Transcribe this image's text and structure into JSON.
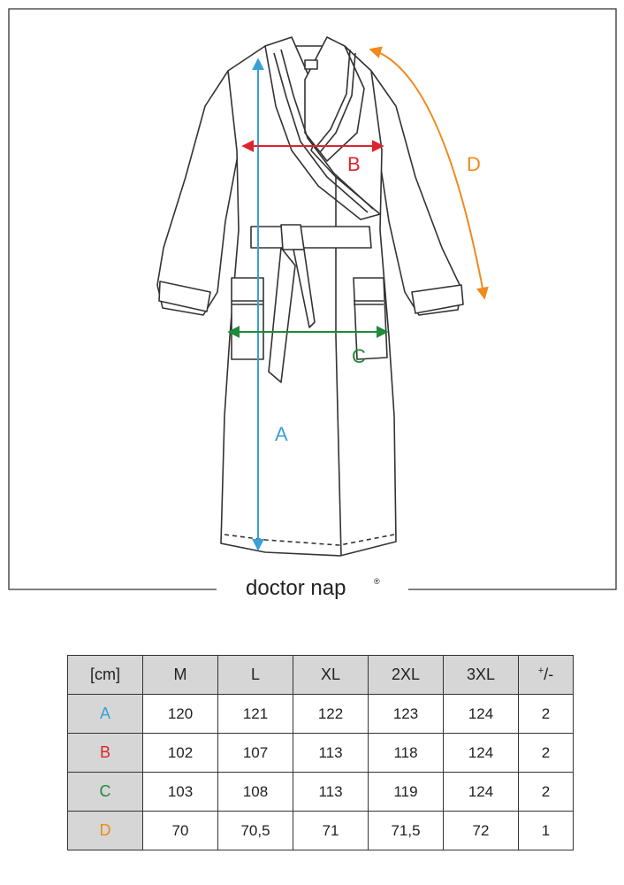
{
  "brand": {
    "name": "doctor nap",
    "mark": "®"
  },
  "dimensions": [
    {
      "key": "A",
      "color": "#3aa0d8"
    },
    {
      "key": "B",
      "color": "#d9262e"
    },
    {
      "key": "C",
      "color": "#1f8a3a"
    },
    {
      "key": "D",
      "color": "#f08a1c"
    }
  ],
  "table": {
    "unit": "[cm]",
    "sizes": [
      "M",
      "L",
      "XL",
      "2XL",
      "3XL"
    ],
    "tolerance_header": {
      "plus": "+",
      "rest": "/-"
    },
    "rows": [
      {
        "label": "A",
        "color": "#3aa0d8",
        "values": [
          "120",
          "121",
          "122",
          "123",
          "124"
        ],
        "tolerance": "2"
      },
      {
        "label": "B",
        "color": "#d9262e",
        "values": [
          "102",
          "107",
          "113",
          "118",
          "124"
        ],
        "tolerance": "2"
      },
      {
        "label": "C",
        "color": "#1f8a3a",
        "values": [
          "103",
          "108",
          "113",
          "119",
          "124"
        ],
        "tolerance": "2"
      },
      {
        "label": "D",
        "color": "#f08a1c",
        "values": [
          "70",
          "70,5",
          "71",
          "71,5",
          "72"
        ],
        "tolerance": "1"
      }
    ]
  }
}
